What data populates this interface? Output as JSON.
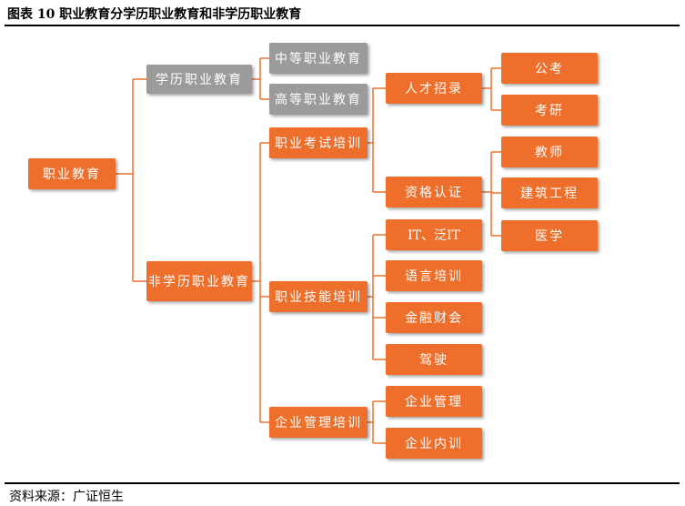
{
  "title": "图表  10 职业教育分学历职业教育和非学历职业教育",
  "source": "资料来源：广证恒生",
  "nodes": {
    "root": "职业教育",
    "academic": "学历职业教育",
    "secondary": "中等职业教育",
    "higher": "高等职业教育",
    "non_academic": "非学历职业教育",
    "exam_training": "职业考试培训",
    "recruitment": "人才招录",
    "civil_service": "公考",
    "postgrad": "考研",
    "certification": "资格认证",
    "teacher": "教师",
    "construction": "建筑工程",
    "medicine": "医学",
    "skill_training": "职业技能培训",
    "it": "IT、泛IT",
    "language": "语言培训",
    "finance": "金融财会",
    "driving": "驾驶",
    "management_training": "企业管理培训",
    "enterprise_management": "企业管理",
    "internal_training": "企业内训"
  }
}
